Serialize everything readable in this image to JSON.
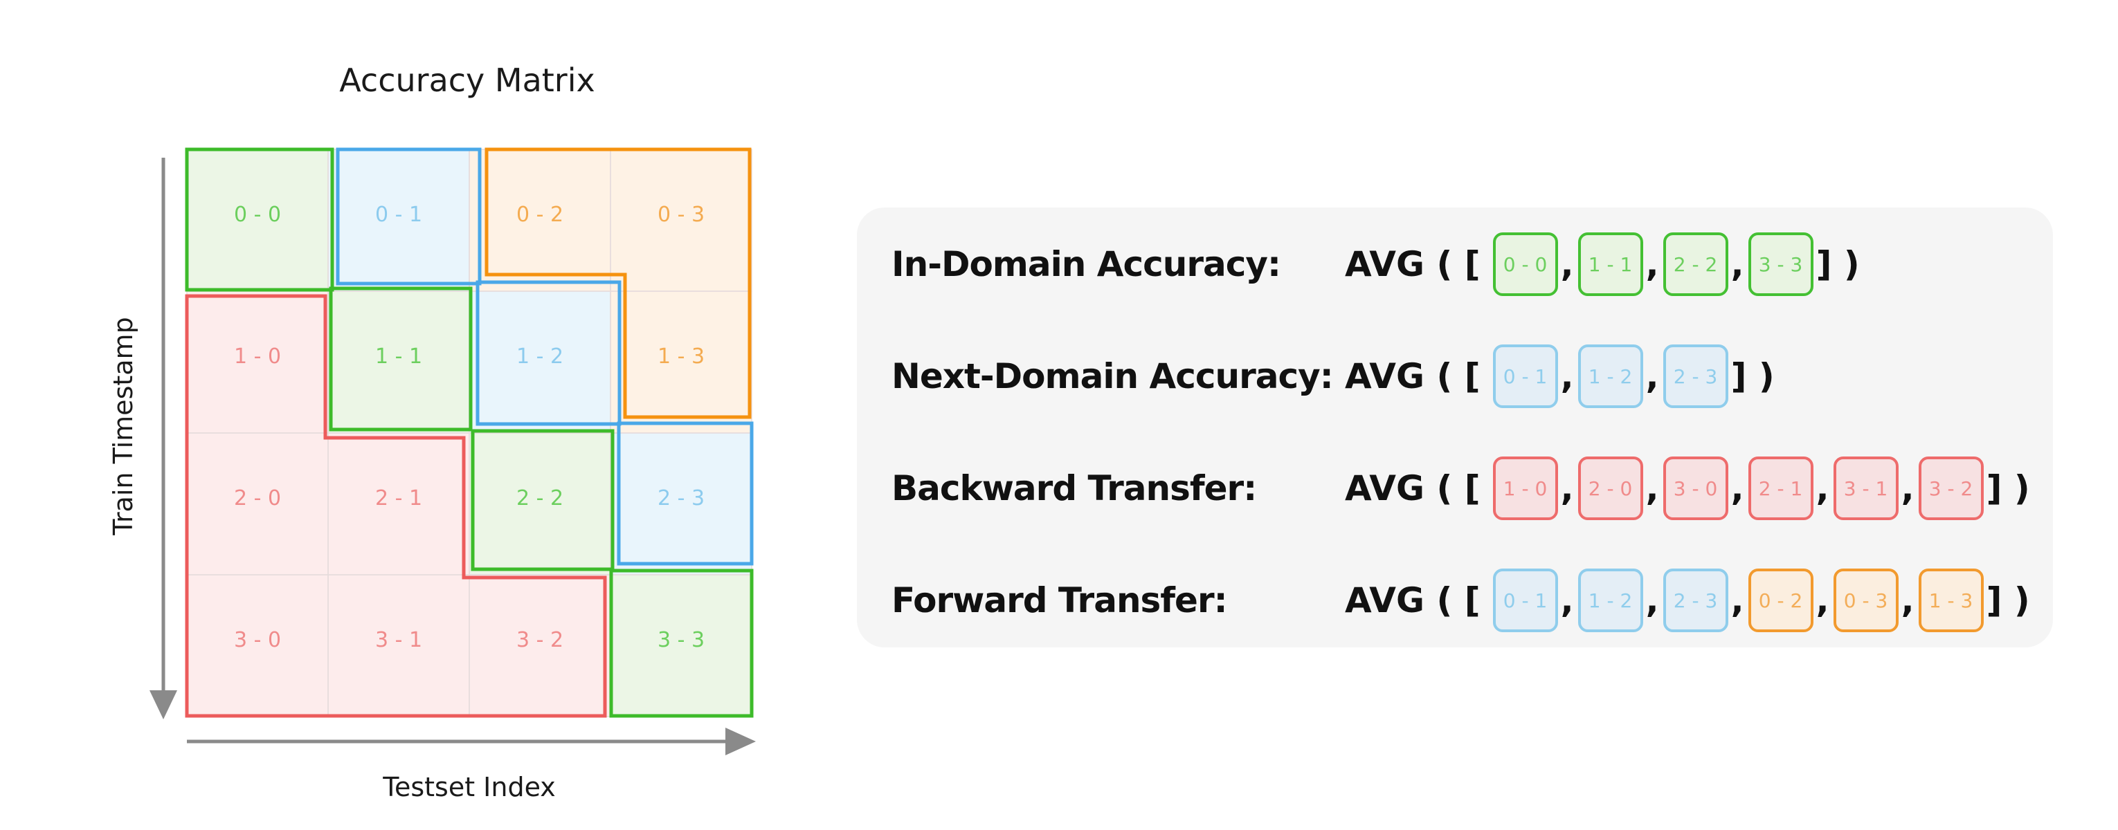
{
  "matrix": {
    "title": "Accuracy Matrix",
    "y_axis_label": "Train Timestamp",
    "x_axis_label": "Testset Index",
    "cells": [
      {
        "row": 0,
        "col": 0,
        "label": "0 - 0",
        "group": "green"
      },
      {
        "row": 0,
        "col": 1,
        "label": "0 - 1",
        "group": "blue"
      },
      {
        "row": 0,
        "col": 2,
        "label": "0 - 2",
        "group": "orange"
      },
      {
        "row": 0,
        "col": 3,
        "label": "0 - 3",
        "group": "orange"
      },
      {
        "row": 1,
        "col": 0,
        "label": "1 - 0",
        "group": "red"
      },
      {
        "row": 1,
        "col": 1,
        "label": "1 - 1",
        "group": "green"
      },
      {
        "row": 1,
        "col": 2,
        "label": "1 - 2",
        "group": "blue"
      },
      {
        "row": 1,
        "col": 3,
        "label": "1 - 3",
        "group": "orange"
      },
      {
        "row": 2,
        "col": 0,
        "label": "2 - 0",
        "group": "red"
      },
      {
        "row": 2,
        "col": 1,
        "label": "2 - 1",
        "group": "red"
      },
      {
        "row": 2,
        "col": 2,
        "label": "2 - 2",
        "group": "green"
      },
      {
        "row": 2,
        "col": 3,
        "label": "2 - 3",
        "group": "blue"
      },
      {
        "row": 3,
        "col": 0,
        "label": "3 - 0",
        "group": "red"
      },
      {
        "row": 3,
        "col": 1,
        "label": "3 - 1",
        "group": "red"
      },
      {
        "row": 3,
        "col": 2,
        "label": "3 - 2",
        "group": "red"
      },
      {
        "row": 3,
        "col": 3,
        "label": "3 - 3",
        "group": "green"
      }
    ]
  },
  "formulas": [
    {
      "label": "In-Domain Accuracy:",
      "avg": "AVG ( [",
      "close": "] )",
      "items": [
        {
          "label": "0 - 0",
          "group": "green"
        },
        {
          "label": "1 - 1",
          "group": "green"
        },
        {
          "label": "2 - 2",
          "group": "green"
        },
        {
          "label": "3 - 3",
          "group": "green"
        }
      ]
    },
    {
      "label": "Next-Domain Accuracy:",
      "avg": "AVG ( [",
      "close": "] )",
      "items": [
        {
          "label": "0 - 1",
          "group": "blue"
        },
        {
          "label": "1 - 2",
          "group": "blue"
        },
        {
          "label": "2 - 3",
          "group": "blue"
        }
      ]
    },
    {
      "label": "Backward Transfer:",
      "avg": "AVG ( [",
      "close": "] )",
      "items": [
        {
          "label": "1 - 0",
          "group": "red"
        },
        {
          "label": "2 - 0",
          "group": "red"
        },
        {
          "label": "3 - 0",
          "group": "red"
        },
        {
          "label": "2 - 1",
          "group": "red"
        },
        {
          "label": "3 - 1",
          "group": "red"
        },
        {
          "label": "3 - 2",
          "group": "red"
        }
      ]
    },
    {
      "label": "Forward Transfer:",
      "avg": "AVG ( [",
      "close": "] )",
      "items": [
        {
          "label": "0 - 1",
          "group": "blue"
        },
        {
          "label": "1 - 2",
          "group": "blue"
        },
        {
          "label": "2 - 3",
          "group": "blue"
        },
        {
          "label": "0 - 2",
          "group": "orange"
        },
        {
          "label": "0 - 3",
          "group": "orange"
        },
        {
          "label": "1 - 3",
          "group": "orange"
        }
      ]
    }
  ],
  "colors": {
    "green": {
      "fill": "#ecf6e6",
      "stroke": "#3dbb2a",
      "text": "#6ccf5e"
    },
    "blue": {
      "fill": "#e9f5fc",
      "stroke": "#4aa8e8",
      "text": "#8ccbee"
    },
    "orange": {
      "fill": "#fef2e5",
      "stroke": "#f5920f",
      "text": "#f4ab50"
    },
    "red": {
      "fill": "#fdecec",
      "stroke": "#ec5b5b",
      "text": "#f08b8b"
    },
    "axis": "#8a8a8a"
  }
}
